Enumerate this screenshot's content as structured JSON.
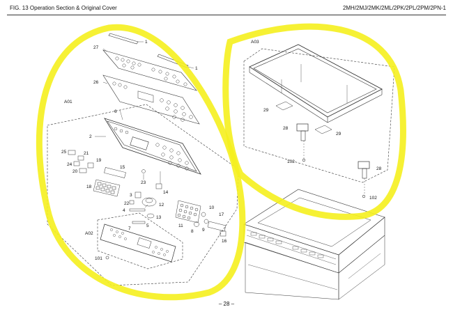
{
  "header": {
    "left": "FIG. 13 Operation Section & Original Cover",
    "right": "2MH/2MJ/2MK/2ML/2PK/2PL/2PM/2PN-1"
  },
  "groups": {
    "a01": "A01",
    "a02": "A02",
    "a03": "A03"
  },
  "callouts": {
    "c1a": "1",
    "c1b": "1",
    "c27": "27",
    "c26": "26",
    "c6": "6",
    "c2": "2",
    "c25": "25",
    "c21": "21",
    "c24": "24",
    "c19": "19",
    "c20": "20",
    "c15": "15",
    "c18": "18",
    "c23": "23",
    "c14": "14",
    "c3": "3",
    "c22": "22",
    "c12": "12",
    "c4": "4",
    "c13": "13",
    "c5": "5",
    "c11": "11",
    "c10": "10",
    "c17": "17",
    "c8": "8",
    "c9": "9",
    "c16": "16",
    "c7": "7",
    "c101": "101",
    "c29a": "29",
    "c29b": "29",
    "c28a": "28",
    "c28b": "28",
    "c102a": "102",
    "c102b": "102"
  },
  "page_number": "– 28 –",
  "colors": {
    "highlight": "#f5ef1e",
    "line": "#333333"
  }
}
